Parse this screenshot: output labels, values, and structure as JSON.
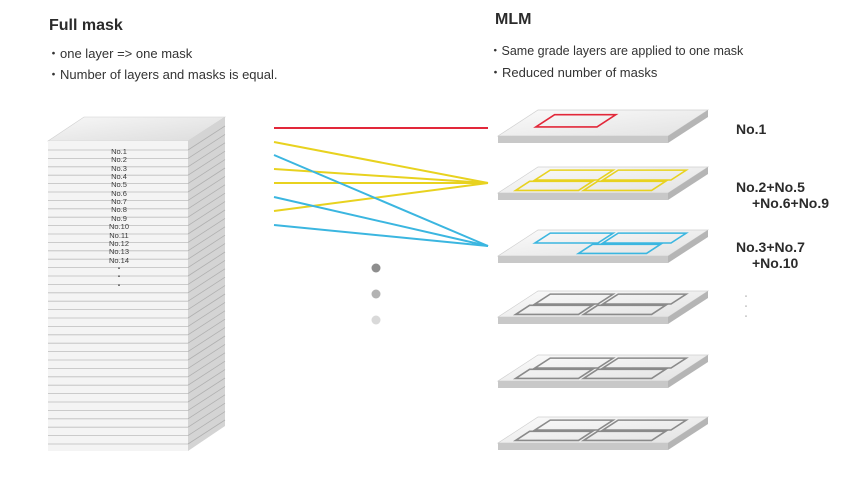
{
  "full_mask": {
    "title": "Full mask",
    "bullets": [
      "・one layer => one mask",
      "・Number of layers and masks is equal."
    ],
    "layer_labels": [
      "No.1",
      "No.2",
      "No.3",
      "No.4",
      "No.5",
      "No.6",
      "No.7",
      "No.8",
      "No.9",
      "No.10",
      "No.11",
      "No.12",
      "No.13",
      "No.14",
      "・",
      "・",
      "・"
    ]
  },
  "mlm": {
    "title": "MLM",
    "bullets": [
      "・Same grade layers are applied to one mask",
      "・Reduced number of masks"
    ],
    "masks": [
      {
        "label_lines": [
          "No.1"
        ],
        "color": "#e2283a"
      },
      {
        "label_lines": [
          "No.2+No.5",
          "+No.6+No.9"
        ],
        "color": "#e8d21f"
      },
      {
        "label_lines": [
          "No.3+No.7",
          "+No.10"
        ],
        "color": "#3bb6e0"
      },
      {
        "label_lines": [],
        "color": "#8a8a8a"
      },
      {
        "label_lines": [],
        "color": "#8a8a8a"
      },
      {
        "label_lines": [],
        "color": "#8a8a8a"
      }
    ],
    "continuation_dots": [
      "・",
      "・",
      "・"
    ]
  },
  "colors": {
    "red": "#e2283a",
    "yellow": "#e8d21f",
    "blue": "#3bb6e0",
    "grey_dot": "#8e8e8e"
  }
}
